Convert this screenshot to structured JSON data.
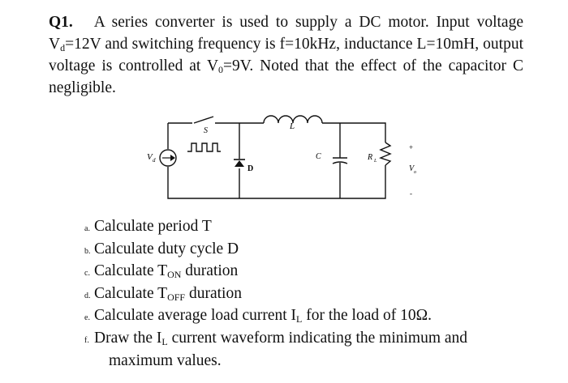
{
  "question": {
    "number": "Q1.",
    "intro_1": "A series converter is used to supply a DC motor. Input voltage V",
    "vd_sub": "d",
    "intro_2": "=12V and switching frequency is f=10kHz, inductance L=10mH, output voltage is controlled at V",
    "vo_sub": "0",
    "intro_3": "=9V. Noted that the effect of the capacitor C negligible."
  },
  "circuit": {
    "switch_label": "S",
    "inductor_label": "L",
    "source_label": "V",
    "source_sub": "d",
    "diode_label": "D",
    "capacitor_label": "C",
    "resistor_label": "R",
    "resistor_sub": "L",
    "out_plus": "+",
    "out_label": "V",
    "out_sub": "o",
    "out_minus": "-"
  },
  "tasks": [
    {
      "letter": "a.",
      "text": "Calculate period T"
    },
    {
      "letter": "b.",
      "text": "Calculate duty cycle D"
    },
    {
      "letter": "c.",
      "pre": "Calculate T",
      "sub": "ON",
      "post": " duration"
    },
    {
      "letter": "d.",
      "pre": "Calculate T",
      "sub": "OFF",
      "post": " duration"
    },
    {
      "letter": "e.",
      "pre": "Calculate average load current I",
      "sub": "L",
      "post": " for the load of 10Ω."
    },
    {
      "letter": "f.",
      "pre": "Draw the I",
      "sub": "L",
      "post": " current waveform indicating the minimum and",
      "cont": "maximum values."
    }
  ]
}
